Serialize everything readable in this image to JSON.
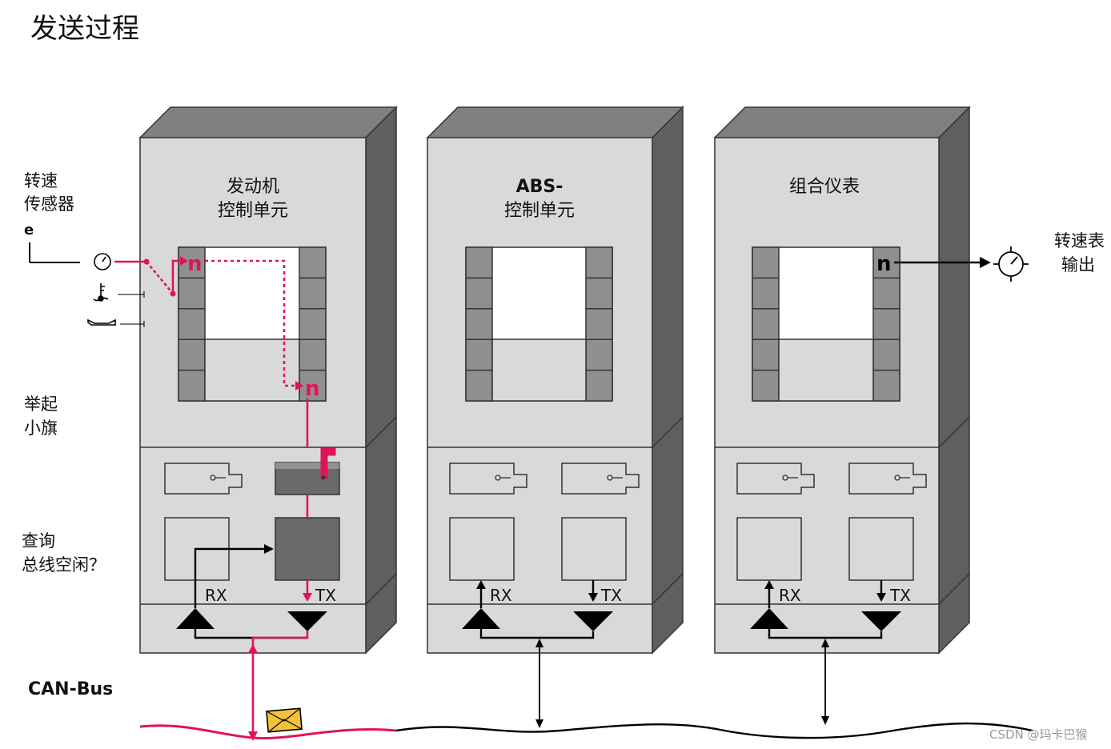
{
  "title": "发送过程",
  "left_labels": {
    "sensor_line1": "转速",
    "sensor_line2": "传感器",
    "sensor_line3": "e",
    "flag_line1": "举起",
    "flag_line2": "小旗",
    "query_line1": "查询",
    "query_line2": "总线空闲？"
  },
  "units": [
    {
      "name_line1": "发动机",
      "name_line2": "控制单元",
      "rx": "RX",
      "tx": "TX"
    },
    {
      "name_line1": "ABS-",
      "name_line2": "控制单元",
      "rx": "RX",
      "tx": "TX"
    },
    {
      "name_line1": "组合仪表",
      "name_line2": "",
      "rx": "RX",
      "tx": "TX"
    }
  ],
  "n_marker": "n",
  "output": {
    "line1": "转速表",
    "line2": "输出"
  },
  "bus_label": "CAN-Bus",
  "watermark": "CSDN @玛卡巴猴",
  "colors": {
    "accent": "#e0135a",
    "cabinet_front": "#d9d9d9",
    "cabinet_top": "#7f7f7f",
    "cabinet_side": "#5e5e5e",
    "tx_active": "#6a6a6a"
  }
}
